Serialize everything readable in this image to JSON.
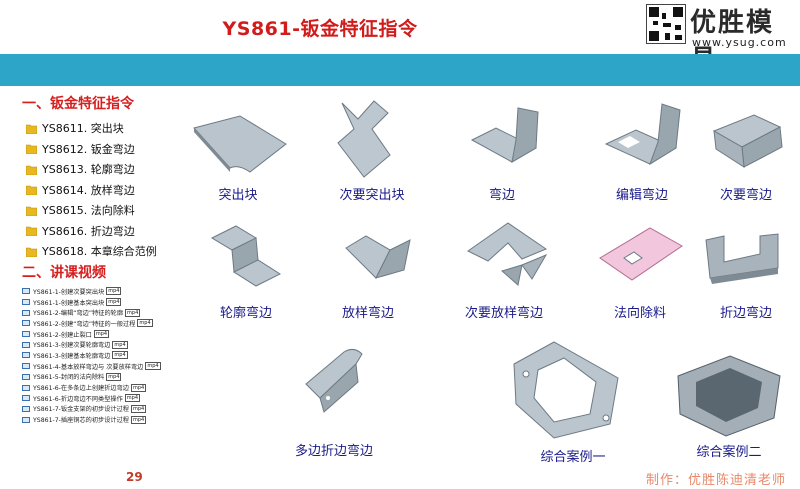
{
  "title": "YS861-钣金特征指令",
  "brand": {
    "name": "优胜模具",
    "url": "www.ysug.com"
  },
  "section1": {
    "title": "一、钣金特征指令",
    "items": [
      "YS8611. 突出块",
      "YS8612. 钣金弯边",
      "YS8613. 轮廓弯边",
      "YS8614. 放样弯边",
      "YS8615. 法向除料",
      "YS8616. 折边弯边",
      "YS8618. 本章综合范例"
    ]
  },
  "section2": {
    "title": "二、讲课视频",
    "items": [
      {
        "text": "YS861-1-创建次要突出块",
        "tag": "mp4"
      },
      {
        "text": "YS861-1-创建基本突出块",
        "tag": "mp4"
      },
      {
        "text": "YS861-2-编辑“弯边”特征的轮廓",
        "tag": "mp4"
      },
      {
        "text": "YS861-2-创建“弯边”特征的一般过程",
        "tag": "mp4"
      },
      {
        "text": "YS861-2-创建止裂口",
        "tag": "mp4"
      },
      {
        "text": "YS861-3-创建次要轮廓弯边",
        "tag": "mp4"
      },
      {
        "text": "YS861-3-创建基本轮廓弯边",
        "tag": "mp4"
      },
      {
        "text": "YS861-4-基本放样弯边与 次要放样弯边",
        "tag": "mp4"
      },
      {
        "text": "YS861-5-封闭的法向除料",
        "tag": "mp4"
      },
      {
        "text": "YS861-6-在多条边上创建折边弯边",
        "tag": "mp4"
      },
      {
        "text": "YS861-6-折边弯边不同类型操作",
        "tag": "mp4"
      },
      {
        "text": "YS861-7-钣金支架的初步设计过程",
        "tag": "mp4"
      },
      {
        "text": "YS861-7-插座铜芯的初步设计过程",
        "tag": "mp4"
      }
    ]
  },
  "captions": {
    "c1": "突出块",
    "c2": "次要突出块",
    "c3": "弯边",
    "c4": "编辑弯边",
    "c5": "次要弯边",
    "c6": "轮廓弯边",
    "c7": "放样弯边",
    "c8": "次要放样弯边",
    "c9": "法向除料",
    "c10": "折边弯边",
    "c11": "多边折边弯边",
    "c12": "综合案例一",
    "c13": "综合案例二"
  },
  "page_number": "29",
  "author": "制作：优胜陈迪清老师",
  "colors": {
    "title": "#d21b1b",
    "band": "#2da5c8",
    "caption": "#1a1a8a",
    "section": "#d62020"
  }
}
